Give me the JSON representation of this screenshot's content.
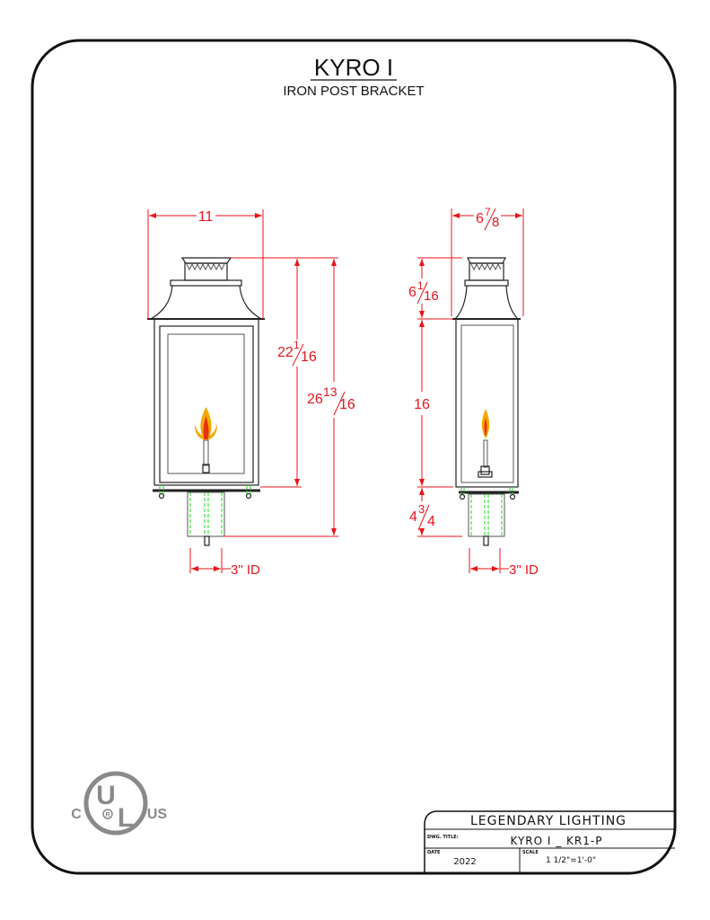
{
  "title": "KYRO I",
  "subtitle": "IRON POST BRACKET",
  "front_view": {
    "width_dim": "11",
    "height_body": {
      "whole": "22",
      "num": "1",
      "den": "16"
    },
    "height_total": {
      "whole": "26",
      "num": "13",
      "den": "16"
    },
    "post_id": "3\" ID"
  },
  "side_view": {
    "width_dim": {
      "whole": "6",
      "num": "7",
      "den": "8"
    },
    "top_dim": {
      "whole": "6",
      "num": "1",
      "den": "16"
    },
    "body_dim": "16",
    "base_dim": {
      "whole": "4",
      "num": "3",
      "den": "4"
    },
    "post_id": "3\" ID"
  },
  "logo": {
    "text": "UL",
    "left": "C",
    "right": "US",
    "mark": "R"
  },
  "title_block": {
    "company": "LEGENDARY LIGHTING",
    "dwg_title_label": "DWG. TITLE:",
    "dwg_title": "KYRO I _ KR1-P",
    "date_label": "DATE",
    "date": "2022",
    "scale_label": "SCALE",
    "scale": "1 1/2\"=1'-0\""
  },
  "colors": {
    "dimension": "#e8141c",
    "hidden_line": "#22d822",
    "flame_outer": "#f5a800",
    "flame_inner": "#e83010"
  }
}
